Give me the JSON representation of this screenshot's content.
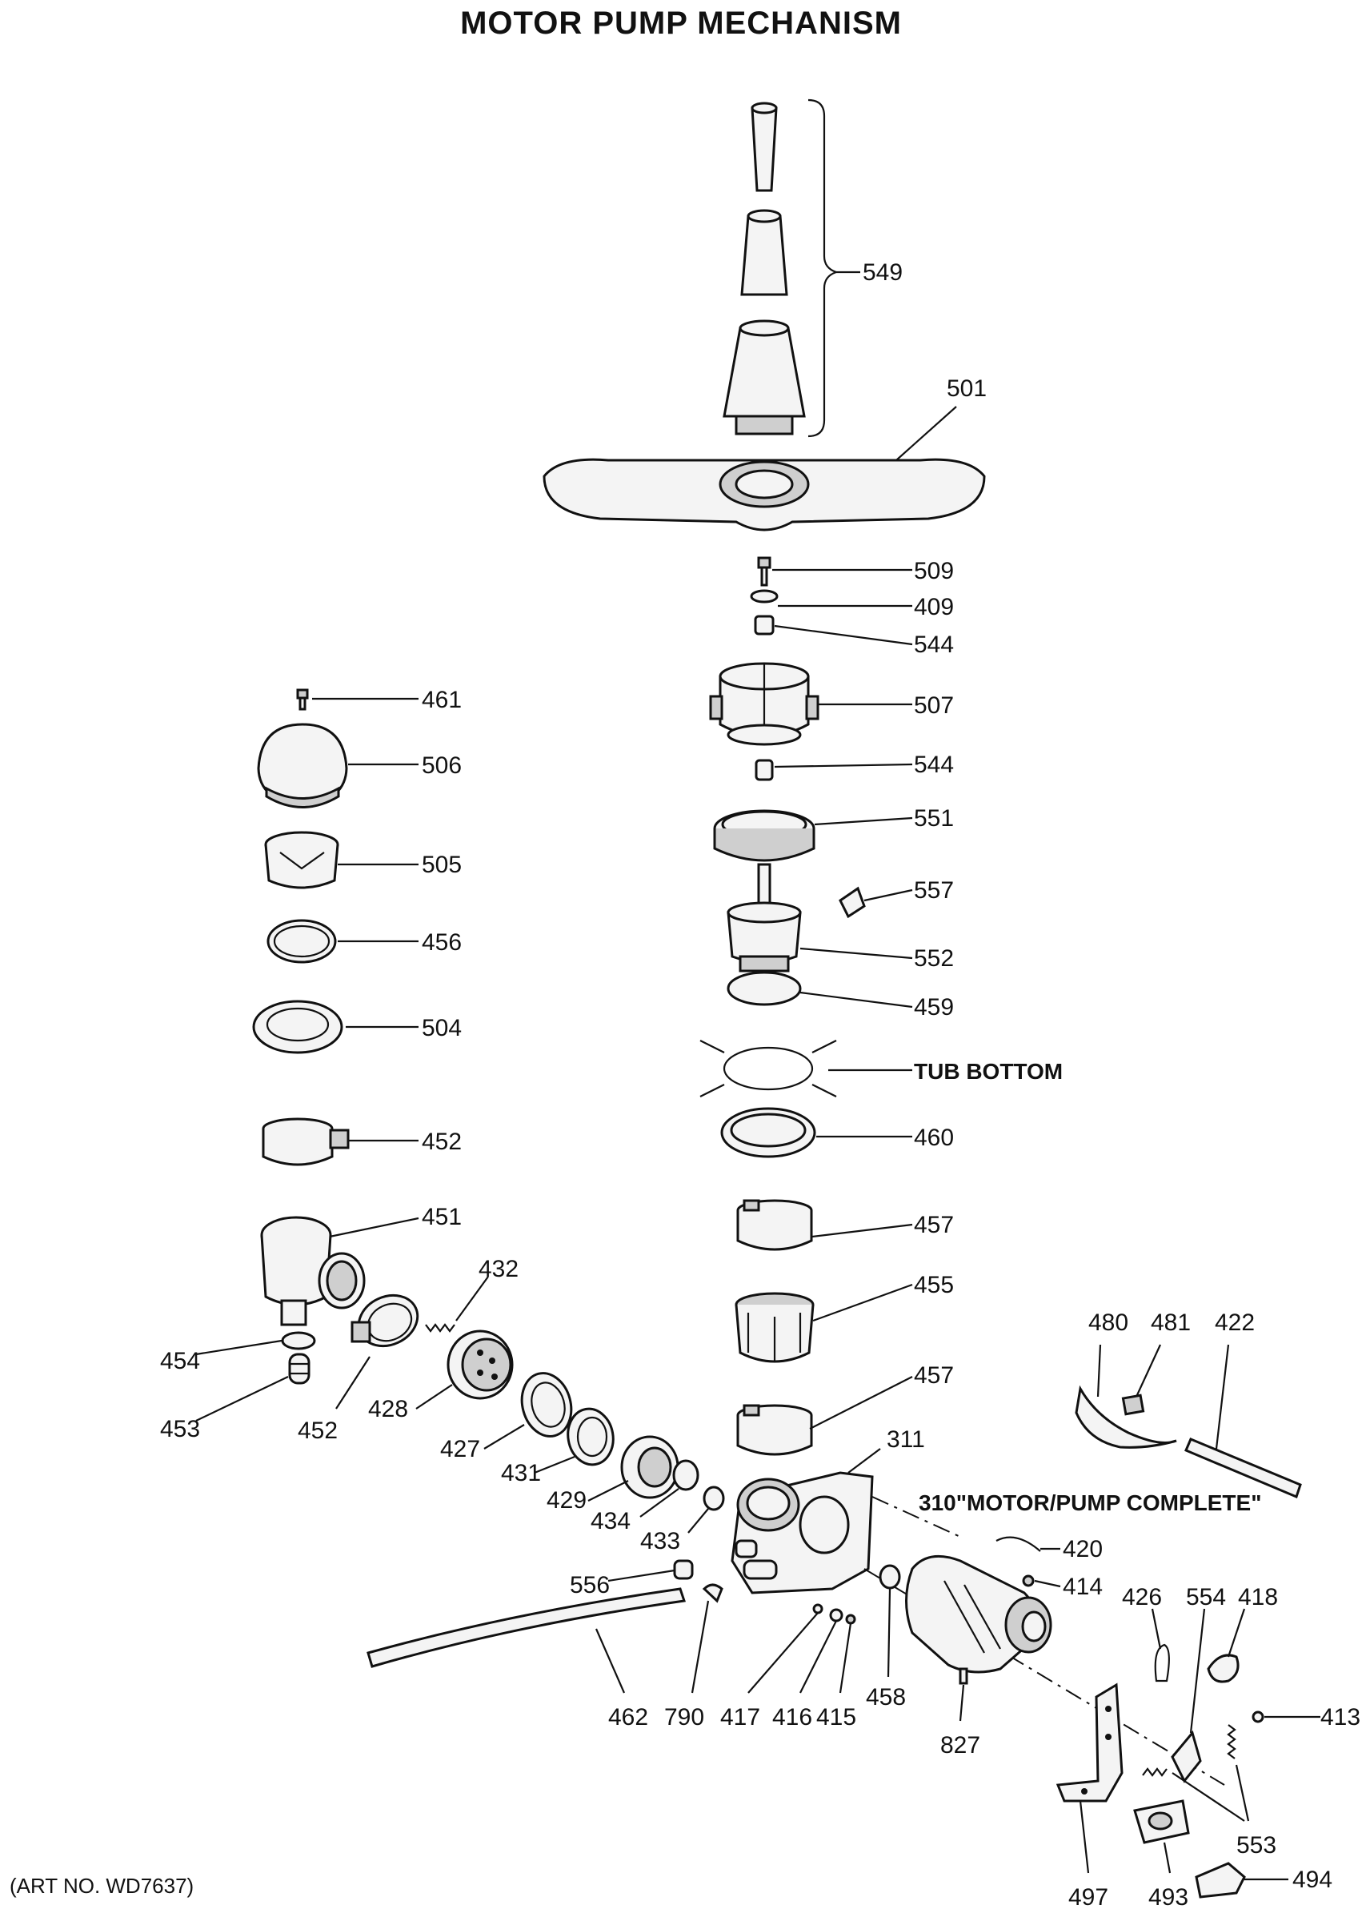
{
  "title": "MOTOR PUMP MECHANISM",
  "art_number": "(ART NO. WD7637)",
  "parts": {
    "p549": "549",
    "p501": "501",
    "p509": "509",
    "p409": "409",
    "p544a": "544",
    "p507": "507",
    "p544b": "544",
    "p551": "551",
    "p557": "557",
    "p552": "552",
    "p459": "459",
    "tub": "TUB BOTTOM",
    "p460": "460",
    "p457a": "457",
    "p455": "455",
    "p457b": "457",
    "p461": "461",
    "p506": "506",
    "p505": "505",
    "p456": "456",
    "p504": "504",
    "p452a": "452",
    "p451": "451",
    "p432": "432",
    "p454": "454",
    "p453": "453",
    "p452b": "452",
    "p428": "428",
    "p427": "427",
    "p431": "431",
    "p429": "429",
    "p434": "434",
    "p433": "433",
    "p311": "311",
    "p310": "310\"MOTOR/PUMP COMPLETE\"",
    "p480": "480",
    "p481": "481",
    "p422": "422",
    "p420": "420",
    "p414": "414",
    "p556": "556",
    "p462": "462",
    "p790": "790",
    "p417": "417",
    "p416": "416",
    "p415": "415",
    "p458": "458",
    "p827": "827",
    "p426": "426",
    "p554": "554",
    "p418": "418",
    "p413": "413",
    "p553": "553",
    "p497": "497",
    "p493": "493",
    "p494": "494"
  }
}
